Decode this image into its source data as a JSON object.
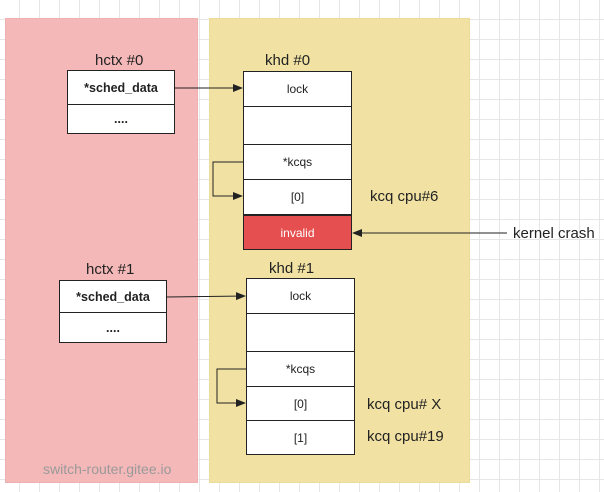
{
  "watermark": "switch-router.gitee.io",
  "hctx0": {
    "title": "hctx #0",
    "rows": [
      "*sched_data",
      "...."
    ]
  },
  "hctx1": {
    "title": "hctx #1",
    "rows": [
      "*sched_data",
      "...."
    ]
  },
  "khd0": {
    "title": "khd #0",
    "rows": [
      "lock",
      "",
      "*kcqs",
      "[0]",
      "invalid"
    ]
  },
  "khd1": {
    "title": "khd #1",
    "rows": [
      "lock",
      "",
      "*kcqs",
      "[0]",
      "[1]"
    ]
  },
  "annotations": {
    "khd0_slot0": "kcq cpu#6",
    "khd1_slot0": "kcq cpu# X",
    "khd1_slot1": "kcq cpu#19",
    "crash": "kernel crash"
  },
  "colors": {
    "left_panel": "#f4b8b8",
    "right_panel": "#f1e2a4",
    "invalid": "#e64f4f"
  }
}
